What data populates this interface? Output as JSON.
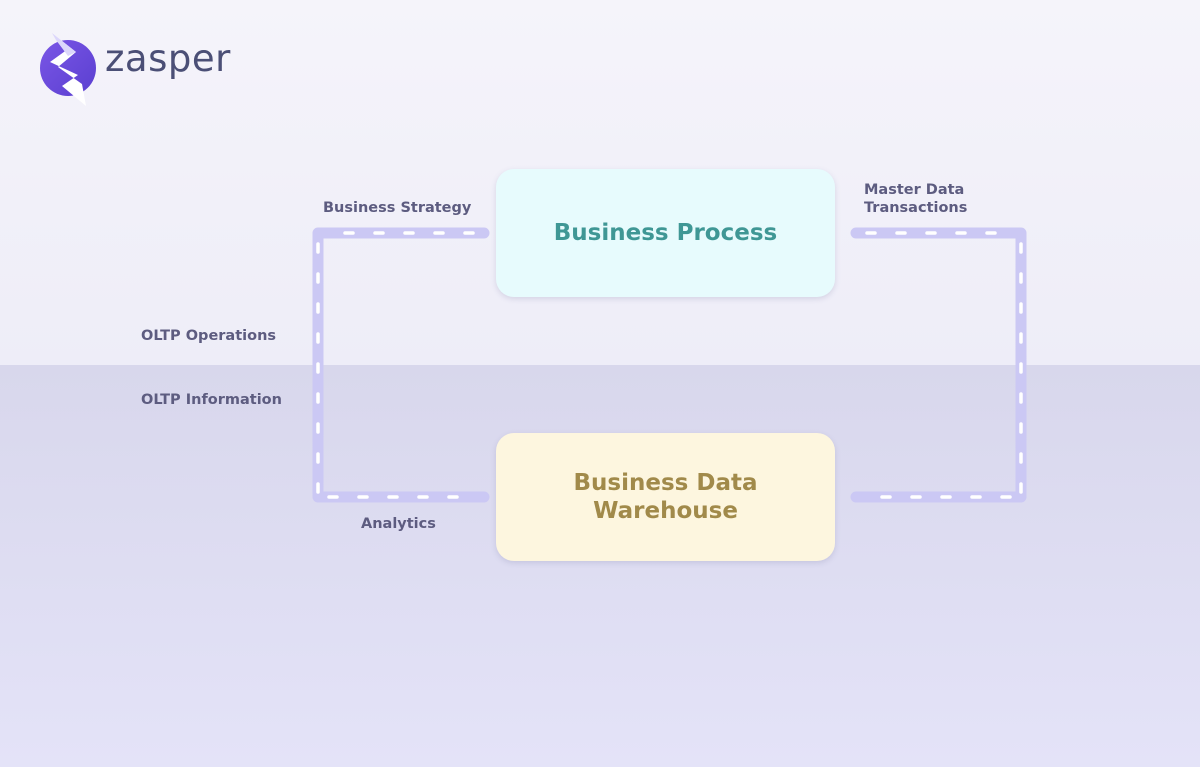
{
  "brand": {
    "name": "zasper",
    "icon": "lightning-bolt-logo-icon",
    "colors": {
      "icon": "#6547d9",
      "text": "#4b4f76"
    }
  },
  "nodes": {
    "business_process": {
      "label": "Business Process",
      "fill": "#e7fbfd",
      "text_color": "#3f9795"
    },
    "data_warehouse": {
      "label": "Business Data Warehouse",
      "fill": "#fdf6df",
      "text_color": "#a18a4a"
    }
  },
  "flow_labels": {
    "business_strategy": "Business Strategy",
    "master_data_line1": "Master Data",
    "master_data_line2": "Transactions",
    "oltp_operations": "OLTP Operations",
    "oltp_information": "OLTP Information",
    "analytics": "Analytics"
  },
  "colors": {
    "connector": "#cbc8f4",
    "arrow": "#ffffff",
    "label": "#5d5c80"
  }
}
